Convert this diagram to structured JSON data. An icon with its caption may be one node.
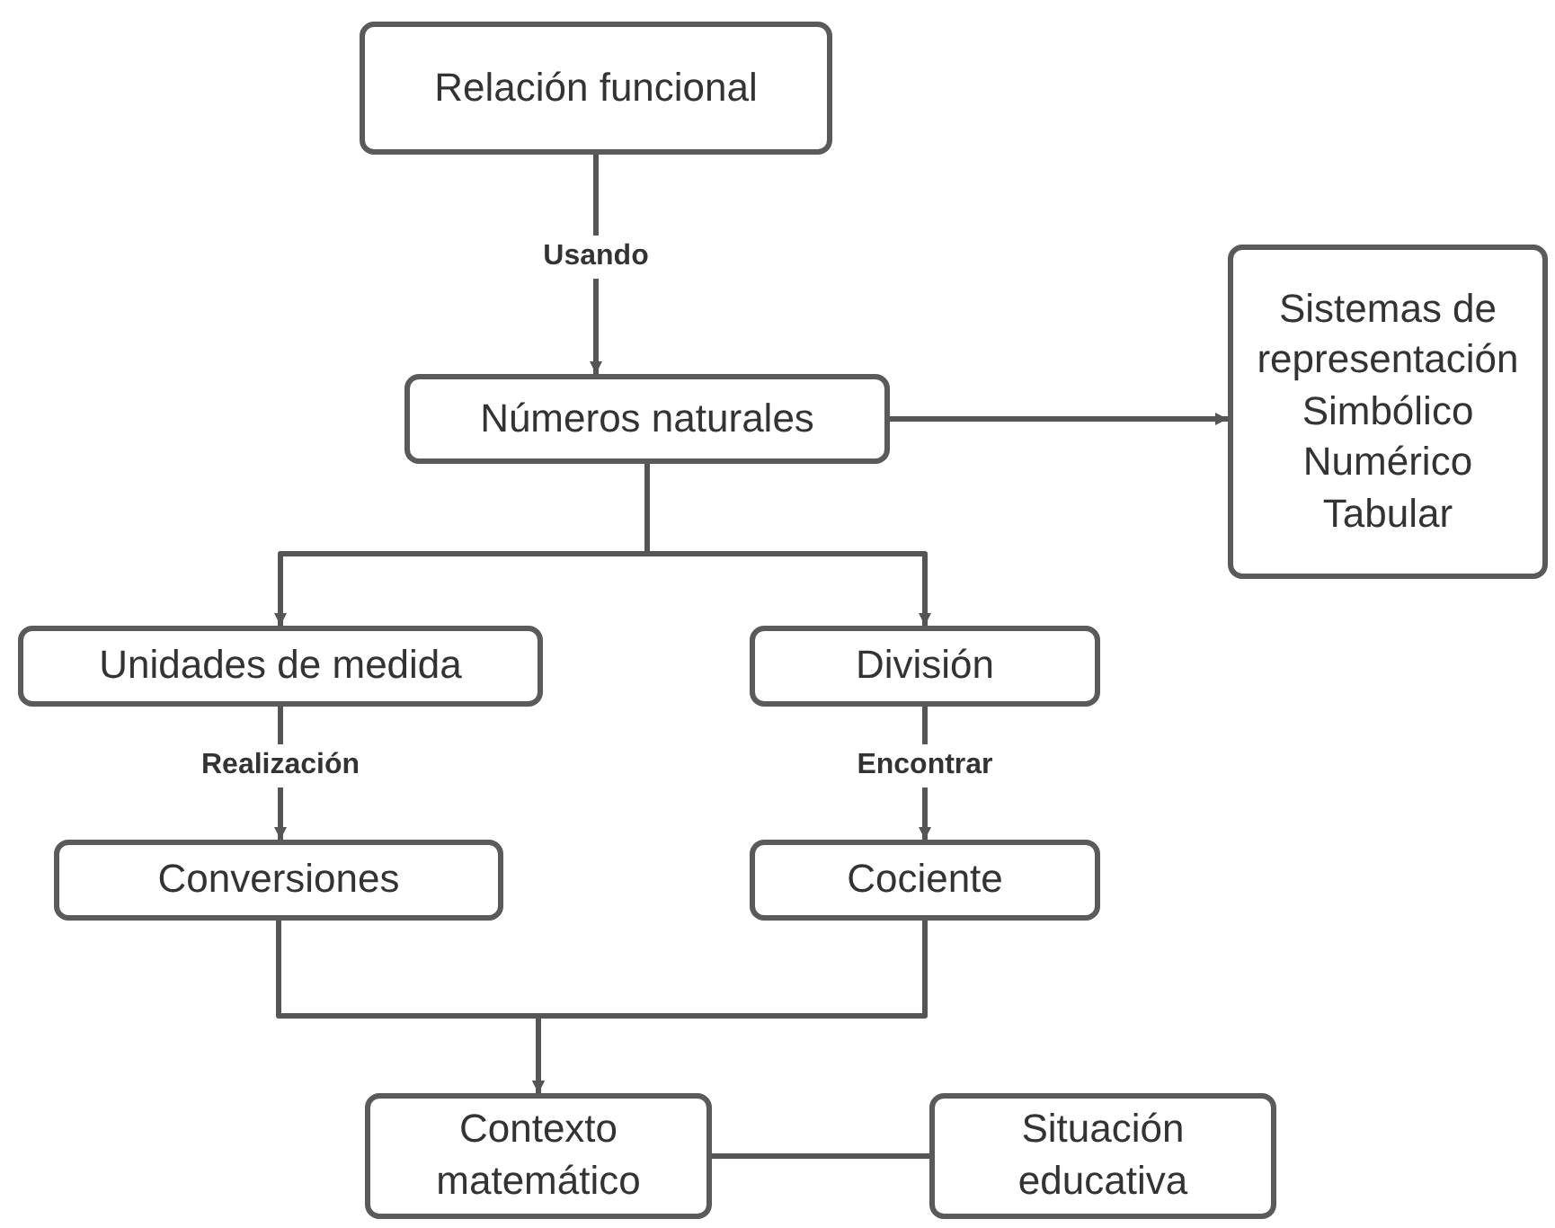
{
  "diagram": {
    "nodes": [
      {
        "text": [
          "Relación funcional"
        ]
      },
      {
        "text": [
          "Números naturales"
        ]
      },
      {
        "text": [
          "Sistemas de representación",
          "Simbólico",
          "Numérico",
          "Tabular"
        ]
      },
      {
        "text": [
          "Unidades de medida"
        ]
      },
      {
        "text": [
          "División"
        ]
      },
      {
        "text": [
          "Conversiones"
        ]
      },
      {
        "text": [
          "Cociente"
        ]
      },
      {
        "text": [
          "Contexto matemático"
        ]
      },
      {
        "text": [
          "Situación educativa"
        ]
      }
    ],
    "edges": [
      {
        "from": 0,
        "to": 1,
        "arrow": "to",
        "label": "Usando"
      },
      {
        "from": 1,
        "to": 2,
        "arrow": "to"
      },
      {
        "from": 1,
        "to": 3,
        "arrow": "to"
      },
      {
        "from": 1,
        "to": 4,
        "arrow": "to"
      },
      {
        "from": 3,
        "to": 5,
        "arrow": "to",
        "label": "Realización"
      },
      {
        "from": 4,
        "to": 6,
        "arrow": "to",
        "label": "Encontrar"
      },
      {
        "from": 5,
        "to": 7,
        "arrow": "to"
      },
      {
        "from": 6,
        "to": 7,
        "arrow": "to"
      },
      {
        "from": 7,
        "to": 8,
        "arrow": "none"
      }
    ]
  }
}
